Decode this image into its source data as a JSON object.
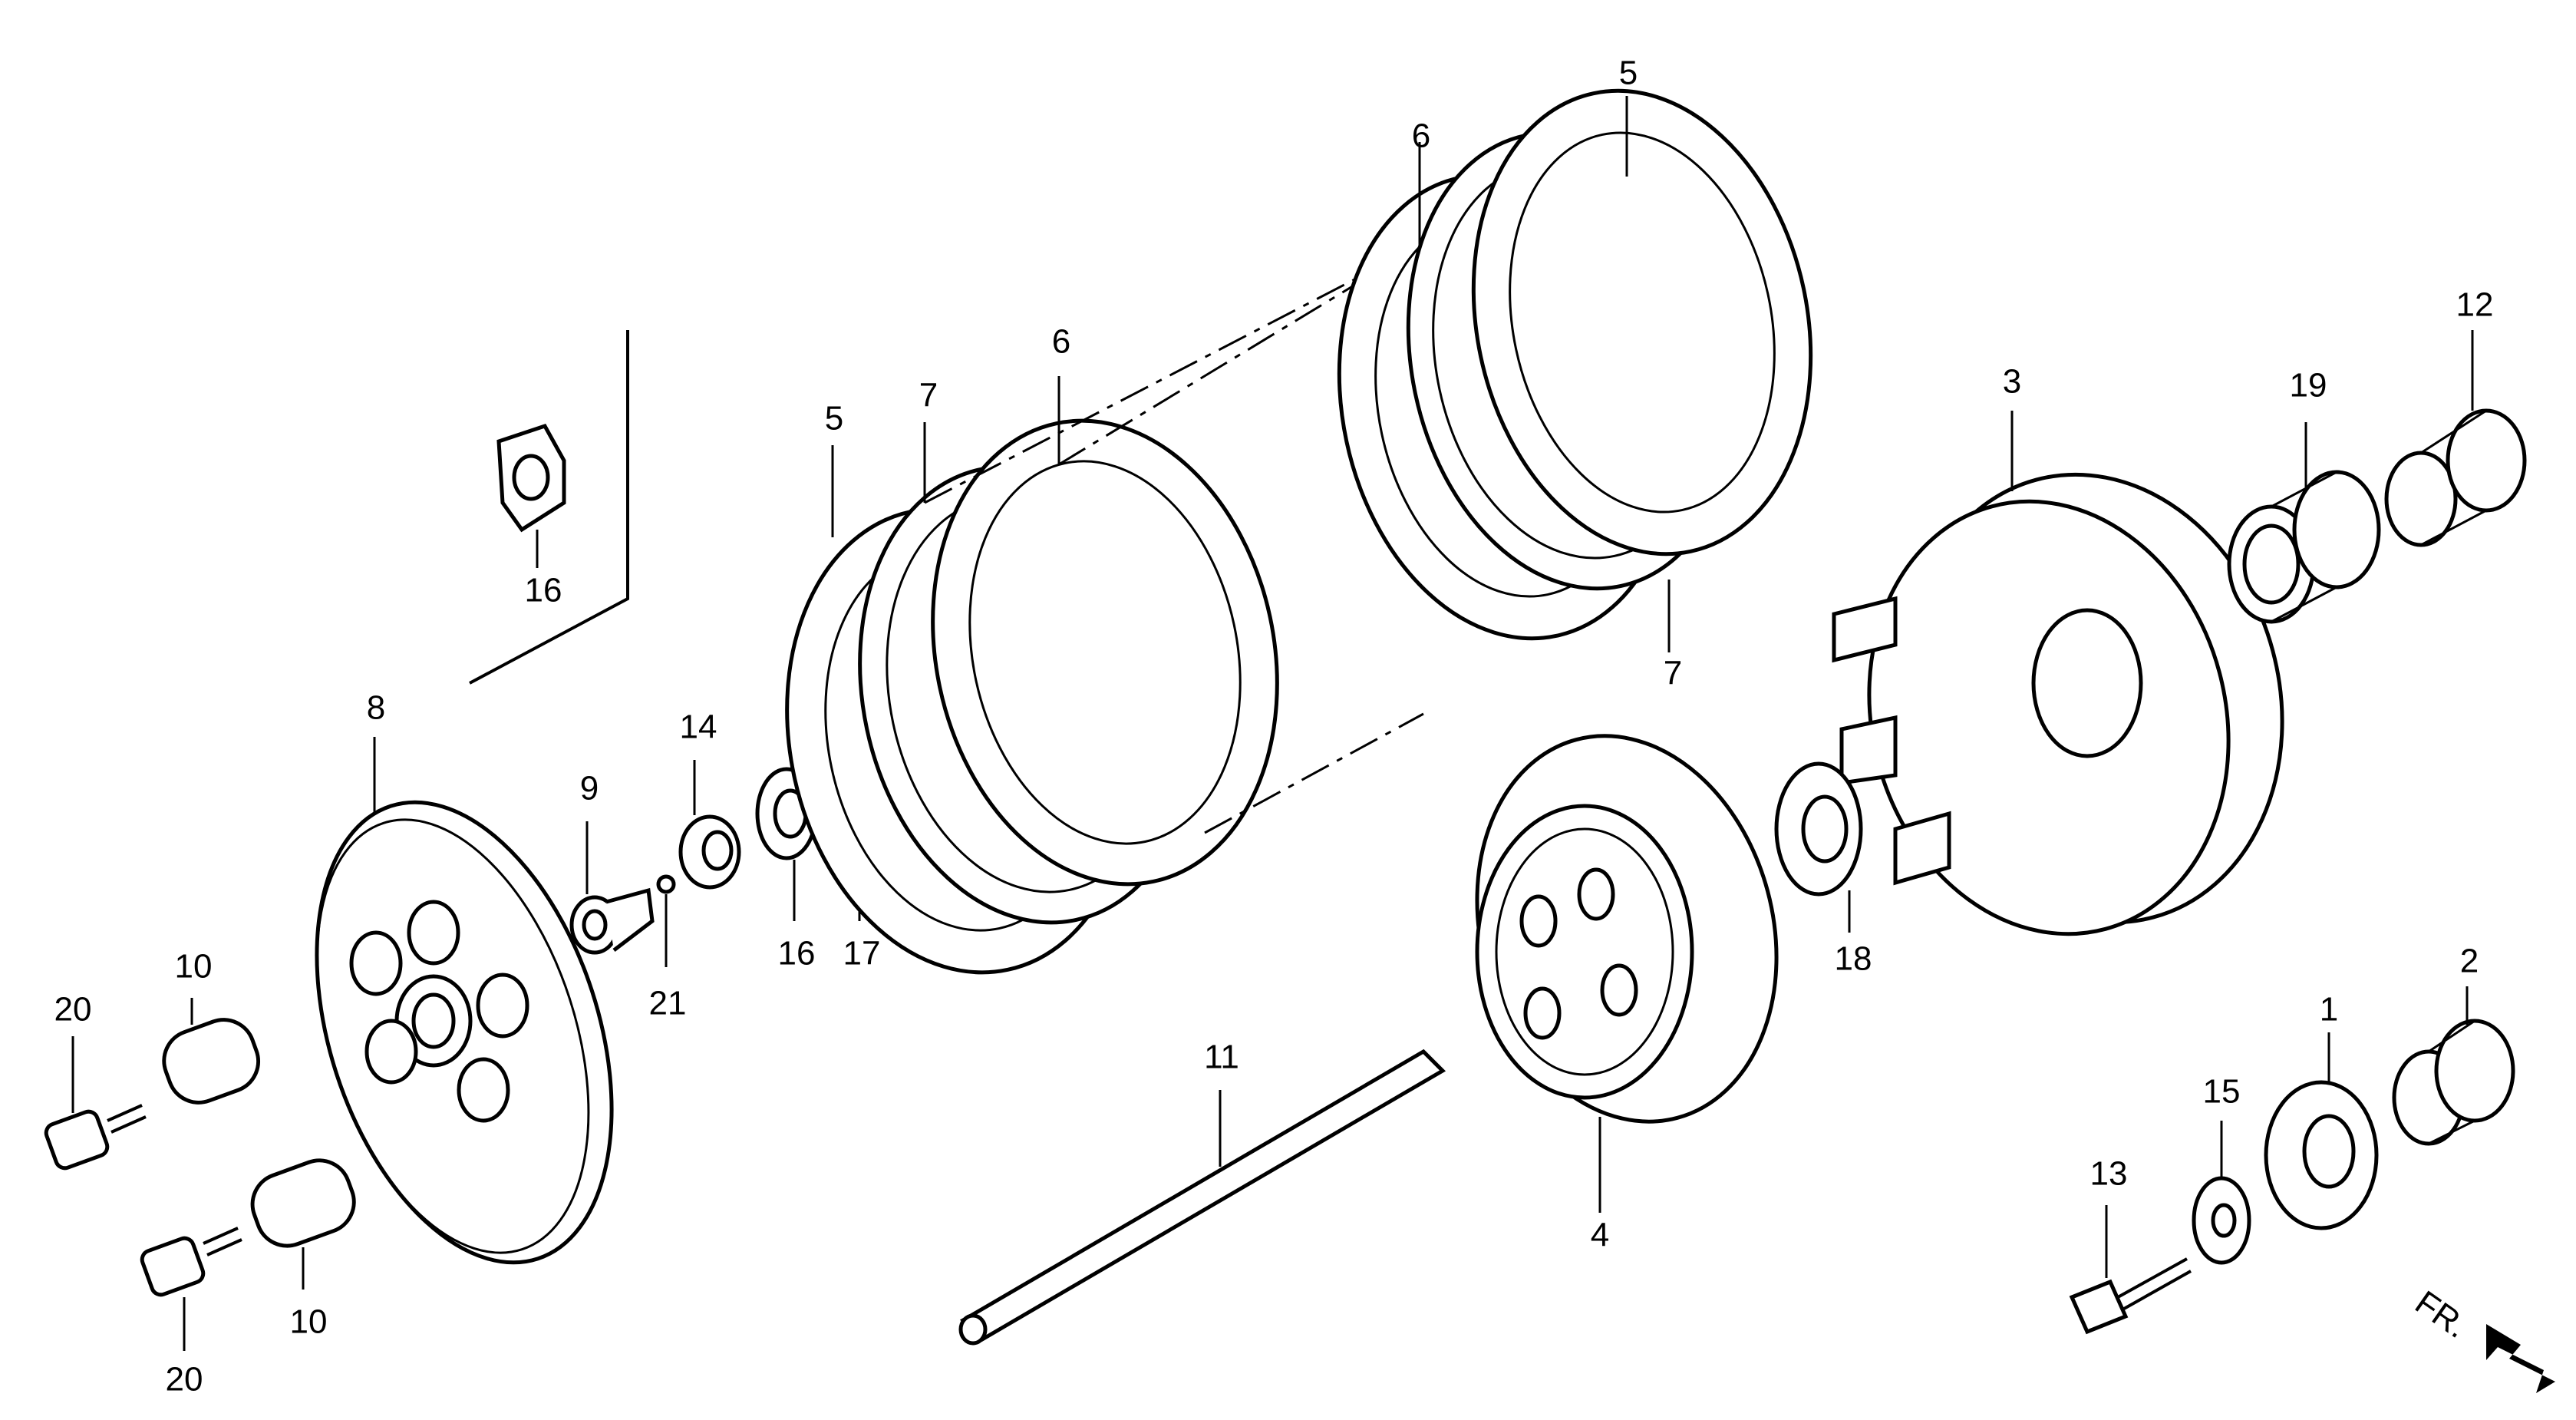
{
  "callouts": [
    {
      "id": "c1",
      "text": "1"
    },
    {
      "id": "c2",
      "text": "2"
    },
    {
      "id": "c3",
      "text": "3"
    },
    {
      "id": "c4",
      "text": "4"
    },
    {
      "id": "c5a",
      "text": "5"
    },
    {
      "id": "c5b",
      "text": "5"
    },
    {
      "id": "c6a",
      "text": "6"
    },
    {
      "id": "c6b",
      "text": "6"
    },
    {
      "id": "c7a",
      "text": "7"
    },
    {
      "id": "c7b",
      "text": "7"
    },
    {
      "id": "c8",
      "text": "8"
    },
    {
      "id": "c9",
      "text": "9"
    },
    {
      "id": "c10a",
      "text": "10"
    },
    {
      "id": "c10b",
      "text": "10"
    },
    {
      "id": "c11",
      "text": "11"
    },
    {
      "id": "c12",
      "text": "12"
    },
    {
      "id": "c13",
      "text": "13"
    },
    {
      "id": "c14",
      "text": "14"
    },
    {
      "id": "c15",
      "text": "15"
    },
    {
      "id": "c16a",
      "text": "16"
    },
    {
      "id": "c16b",
      "text": "16"
    },
    {
      "id": "c17",
      "text": "17"
    },
    {
      "id": "c18",
      "text": "18"
    },
    {
      "id": "c19",
      "text": "19"
    },
    {
      "id": "c20a",
      "text": "20"
    },
    {
      "id": "c20b",
      "text": "20"
    },
    {
      "id": "c21",
      "text": "21"
    }
  ],
  "direction_marker": {
    "text": "FR."
  }
}
